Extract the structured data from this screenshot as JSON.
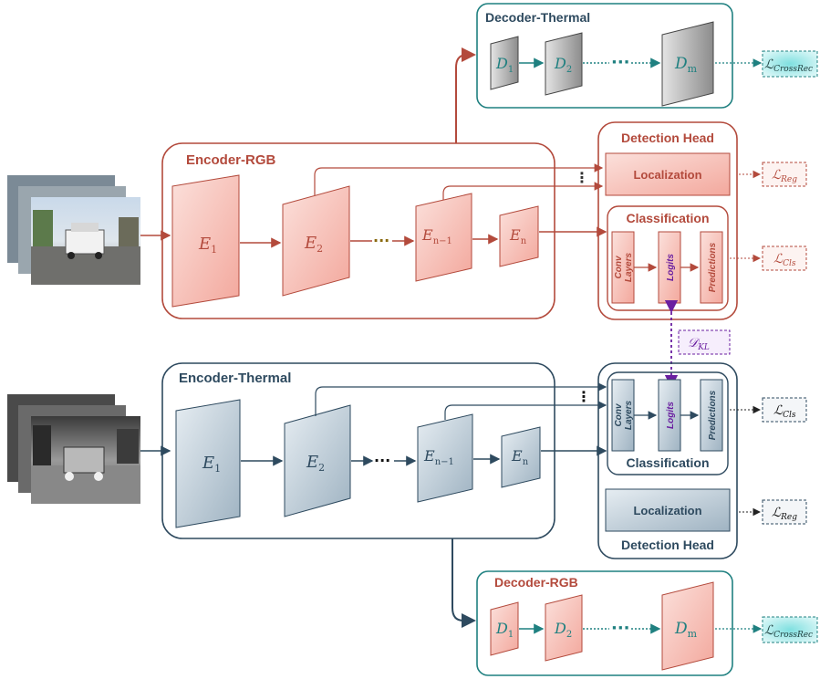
{
  "colors": {
    "rgb": "#b34a3c",
    "thermal": "#2e4a5f",
    "teal": "#1f8080",
    "purple": "#6a1fa0"
  },
  "decoder_thermal": {
    "title": "Decoder-Thermal",
    "d1": "D",
    "d1_sub": "1",
    "d2": "D",
    "d2_sub": "2",
    "dm": "D",
    "dm_sub": "m",
    "dots": "···"
  },
  "decoder_rgb": {
    "title": "Decoder-RGB",
    "d1": "D",
    "d1_sub": "1",
    "d2": "D",
    "d2_sub": "2",
    "dm": "D",
    "dm_sub": "m",
    "dots": "···"
  },
  "encoder_rgb": {
    "title": "Encoder-RGB",
    "e1": "E",
    "e1_sub": "1",
    "e2": "E",
    "e2_sub": "2",
    "en1": "E",
    "en1_sub": "n−1",
    "en": "E",
    "en_sub": "n",
    "dots": "···",
    "vdots": "⋮"
  },
  "encoder_thermal": {
    "title": "Encoder-Thermal",
    "e1": "E",
    "e1_sub": "1",
    "e2": "E",
    "e2_sub": "2",
    "en1": "E",
    "en1_sub": "n−1",
    "en": "E",
    "en_sub": "n",
    "dots": "···",
    "vdots": "⋮"
  },
  "detection_rgb": {
    "title": "Detection Head",
    "localization": "Localization",
    "classification": "Classification",
    "conv_layers_1": "Conv",
    "conv_layers_2": "Layers",
    "logits": "Logits",
    "predictions": "Predictions"
  },
  "detection_thermal": {
    "title": "Detection Head",
    "localization": "Localization",
    "classification": "Classification",
    "conv_layers_1": "Conv",
    "conv_layers_2": "Layers",
    "logits": "Logits",
    "predictions": "Predictions"
  },
  "losses": {
    "cross_top": {
      "sym": "ℒ",
      "sub": "CrossRec"
    },
    "reg_rgb": {
      "sym": "ℒ",
      "sub": "Reg"
    },
    "cls_rgb": {
      "sym": "ℒ",
      "sub": "Cls"
    },
    "kl": {
      "sym": "𝒟",
      "sub": "KL"
    },
    "cls_thermal": {
      "sym": "ℒ",
      "sub": "Cls"
    },
    "reg_thermal": {
      "sym": "ℒ",
      "sub": "Reg"
    },
    "cross_bottom": {
      "sym": "ℒ",
      "sub": "CrossRec"
    }
  }
}
